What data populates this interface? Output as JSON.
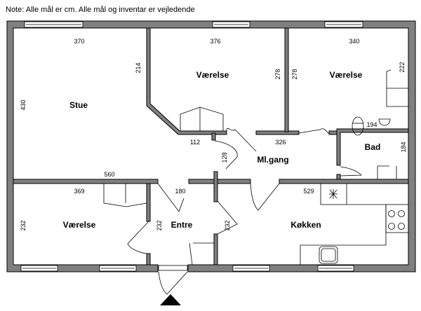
{
  "note": "Note: Alle mål er cm. Alle mål og inventar er vejledende",
  "rooms": {
    "stue": "Stue",
    "vaerelse1": "Værelse",
    "vaerelse2": "Værelse",
    "vaerelse3": "Værelse",
    "bad": "Bad",
    "gang": "Ml.gang",
    "entre": "Entre",
    "koekken": "Køkken"
  },
  "dims": {
    "stue_w": "370",
    "stue_h": "430",
    "stue_bottom": "560",
    "v1_w": "376",
    "v1_left": "214",
    "v1_right": "278",
    "v2_w": "340",
    "v2_left": "278",
    "v2_right": "222",
    "bad_w": "194",
    "bad_h": "184",
    "gang_a": "112",
    "gang_b": "326",
    "gang_c": "128",
    "entre_w": "180",
    "entre_h": "232",
    "v3_w": "369",
    "v3_h": "232",
    "koekken_w": "529",
    "koekken_h": "232"
  }
}
